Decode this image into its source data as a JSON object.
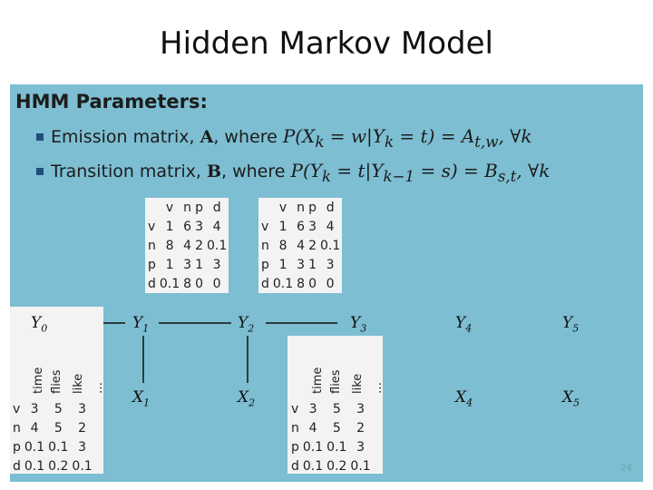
{
  "title": "Hidden Markov Model",
  "section_heading": "HMM Parameters:",
  "bullets": [
    {
      "text": "Emission matrix, ",
      "bold": "A",
      "rest": ", where ",
      "formula": "P(X_k = w | Y_k = t) = A_{t,w}, ∀k"
    },
    {
      "text": "Transition matrix, ",
      "bold": "B",
      "rest": ", where ",
      "formula": "P(Y_k = t | Y_{k−1} = s) = B_{s,t}, ∀k"
    }
  ],
  "transition_table": {
    "cols": [
      "v",
      "n",
      "p",
      "d"
    ],
    "rows": [
      {
        "label": "v",
        "cells": [
          "1",
          "6",
          "3",
          "4"
        ]
      },
      {
        "label": "n",
        "cells": [
          "8",
          "4",
          "2",
          "0.1"
        ]
      },
      {
        "label": "p",
        "cells": [
          "1",
          "3",
          "1",
          "3"
        ]
      },
      {
        "label": "d",
        "cells": [
          "0.1",
          "8",
          "0",
          "0"
        ]
      }
    ]
  },
  "emission_table": {
    "cols": [
      "time",
      "flies",
      "like",
      "…"
    ],
    "rows": [
      {
        "label": "v",
        "cells": [
          "3",
          "5",
          "3"
        ]
      },
      {
        "label": "n",
        "cells": [
          "4",
          "5",
          "2"
        ]
      },
      {
        "label": "p",
        "cells": [
          "0.1",
          "0.1",
          "3"
        ]
      },
      {
        "label": "d",
        "cells": [
          "0.1",
          "0.2",
          "0.1"
        ]
      }
    ]
  },
  "nodes": {
    "y0": "Y",
    "y0_sub": "0",
    "y1": "Y",
    "y1_sub": "1",
    "y2": "Y",
    "y2_sub": "2",
    "y3": "Y",
    "y3_sub": "3",
    "y4": "Y",
    "y4_sub": "4",
    "y5": "Y",
    "y5_sub": "5",
    "x1": "X",
    "x1_sub": "1",
    "x2": "X",
    "x2_sub": "2",
    "x4": "X",
    "x4_sub": "4",
    "x5": "X",
    "x5_sub": "5"
  },
  "page_number": "24"
}
